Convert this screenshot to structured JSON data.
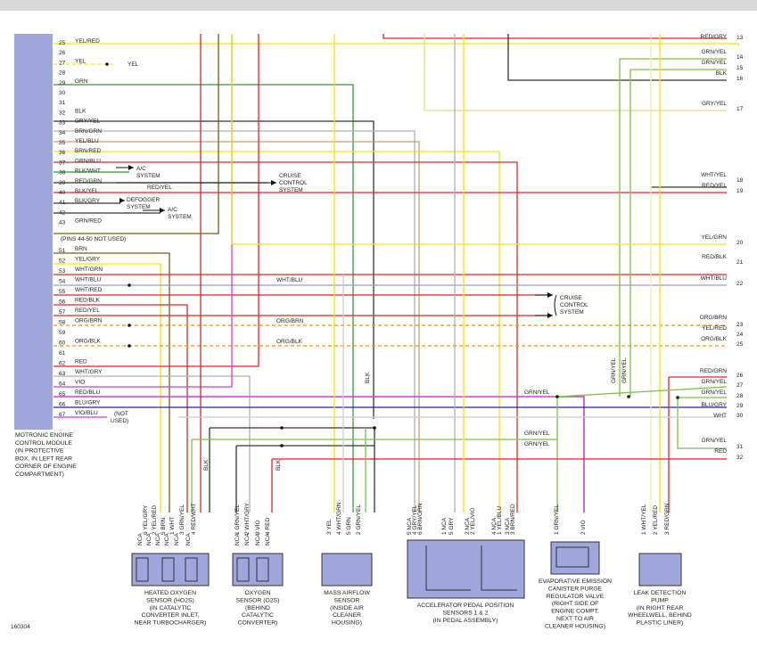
{
  "module": {
    "caption": [
      "MOTRONIC ENGINE",
      "CONTROL MODULE",
      "(IN PROTECTIVE",
      "BOX, IN LEFT REAR",
      "CORNER OF ENGINE",
      "COMPARTMENT)"
    ],
    "pins": [
      {
        "n": "25",
        "c": "YEL/RED"
      },
      {
        "n": "26",
        "c": ""
      },
      {
        "n": "27",
        "c": "YEL"
      },
      {
        "n": "28",
        "c": ""
      },
      {
        "n": "29",
        "c": "GRN"
      },
      {
        "n": "30",
        "c": ""
      },
      {
        "n": "31",
        "c": ""
      },
      {
        "n": "32",
        "c": "BLK"
      },
      {
        "n": "33",
        "c": "GRY/YEL"
      },
      {
        "n": "34",
        "c": "BRN/GRN"
      },
      {
        "n": "35",
        "c": "YEL/BLU"
      },
      {
        "n": "36",
        "c": "BRN/RED"
      },
      {
        "n": "37",
        "c": "GRN/BLU"
      },
      {
        "n": "38",
        "c": "BLK/WHT"
      },
      {
        "n": "39",
        "c": "RED/GRN"
      },
      {
        "n": "40",
        "c": "BLK/YEL"
      },
      {
        "n": "41",
        "c": "BLK/GRY"
      },
      {
        "n": "42",
        "c": ""
      },
      {
        "n": "43",
        "c": "GRN/RED"
      }
    ],
    "pins_note": "(PINS 44-50 NOT USED)",
    "pins_b": [
      {
        "n": "51",
        "c": "BRN"
      },
      {
        "n": "52",
        "c": "YEL/GRY"
      },
      {
        "n": "53",
        "c": "WHT/GRN"
      },
      {
        "n": "54",
        "c": "WHT/BLU"
      },
      {
        "n": "55",
        "c": "WHT/RED"
      },
      {
        "n": "56",
        "c": "RED/BLK"
      },
      {
        "n": "57",
        "c": "RED/YEL"
      },
      {
        "n": "58",
        "c": "ORG/BRN"
      },
      {
        "n": "59",
        "c": ""
      },
      {
        "n": "60",
        "c": "ORG/BLK"
      },
      {
        "n": "61",
        "c": ""
      },
      {
        "n": "62",
        "c": "RED"
      },
      {
        "n": "63",
        "c": "WHT/GRY"
      },
      {
        "n": "64",
        "c": "VIO"
      },
      {
        "n": "65",
        "c": "RED/BLU"
      },
      {
        "n": "66",
        "c": "BLU/GRY"
      },
      {
        "n": "67",
        "c": "VIO/BLU"
      }
    ],
    "not_used": [
      "(NOT",
      "USED)"
    ]
  },
  "inline_labels": {
    "yel": "YEL",
    "red_yel": "RED/YEL",
    "wht_blu": "WHT/BLU",
    "org_brn": "ORG/BRN",
    "org_blk": "ORG/BLK",
    "blk_a": "BLK",
    "blk_b": "BLK",
    "blk_c": "BLK",
    "grn_yel_a": "GRN/YEL",
    "grn_yel_b": "GRN/YEL",
    "grn_yel_c": "GRN/YEL",
    "grn_yel_v1": "GRN/YEL",
    "grn_yel_v2": "GRN/YEL"
  },
  "systems": {
    "ac1": [
      "A/C",
      "SYSTEM"
    ],
    "cruise1": [
      "CRUISE",
      "CONTROL",
      "SYSTEM"
    ],
    "defog": [
      "DEFOGGER",
      "SYSTEM"
    ],
    "ac2": [
      "A/C",
      "SYSTEM"
    ],
    "cruise2": [
      "CRUISE",
      "CONTROL",
      "SYSTEM"
    ]
  },
  "right_connector": [
    {
      "n": "13",
      "c": "RED/GRY"
    },
    {
      "n": "14",
      "c": "GRN/YEL"
    },
    {
      "n": "15",
      "c": "GRN/YEL"
    },
    {
      "n": "16",
      "c": "BLK"
    },
    {
      "n": "17",
      "c": "GRY/YEL"
    },
    {
      "n": "18",
      "c": "WHT/YEL"
    },
    {
      "n": "19",
      "c": "RED/YEL"
    },
    {
      "n": "20",
      "c": "YEL/GRN"
    },
    {
      "n": "21",
      "c": "RED/BLK"
    },
    {
      "n": "22",
      "c": "WHT/BLU"
    },
    {
      "n": "23",
      "c": "ORG/BRN"
    },
    {
      "n": "24",
      "c": "YEL/RED"
    },
    {
      "n": "25",
      "c": "ORG/BLK"
    },
    {
      "n": "26",
      "c": "RED/GRN"
    },
    {
      "n": "27",
      "c": "GRN/YEL"
    },
    {
      "n": "28",
      "c": "GRN/YEL"
    },
    {
      "n": "29",
      "c": "BLU/GRY"
    },
    {
      "n": "30",
      "c": "WHT"
    },
    {
      "n": "31",
      "c": "GRN/YEL"
    },
    {
      "n": "32",
      "c": "RED"
    }
  ],
  "components": {
    "ho2s": {
      "caption": [
        "HEATED OXYGEN",
        "SENSOR (HO2S)",
        "(IN CATALYTIC",
        "CONVERTER INLET,",
        "NEAR TURBOCHARGER)"
      ],
      "wires": [
        {
          "p": "6",
          "c": "YEL/GRY"
        },
        {
          "p": "2",
          "c": "YEL/RED"
        },
        {
          "p": "5",
          "c": "BRN"
        },
        {
          "p": "1",
          "c": "WHT"
        },
        {
          "p": "3",
          "c": "GRN/YEL"
        },
        {
          "p": "4",
          "c": "RED/WHT"
        }
      ],
      "nca": "NCA",
      "blk": "BLK"
    },
    "o2s": {
      "caption": [
        "OXYGEN",
        "SENSOR (O2S)",
        "(BEHIND",
        "CATALYTIC",
        "CONVERTER)"
      ],
      "wires": [
        {
          "p": "1",
          "c": "GRN/YEL"
        },
        {
          "p": "2",
          "c": "WHT/GRY"
        },
        {
          "p": "3",
          "c": "VIO"
        },
        {
          "p": "4",
          "c": "RED"
        }
      ],
      "nca": "NCA",
      "blk": "BLK"
    },
    "maf": {
      "caption": [
        "MASS AIRFLOW",
        "SENSOR",
        "(INSIDE AIR",
        "CLEANER",
        "HOUSING)"
      ],
      "wires": [
        {
          "p": "3",
          "c": "YEL"
        },
        {
          "p": "4",
          "c": "WHT/GRN"
        },
        {
          "p": "5",
          "c": "GRN"
        },
        {
          "p": "2",
          "c": "GRN/YEL"
        }
      ]
    },
    "app": {
      "caption": [
        "ACCELERATOR PEDAL POSITION",
        "SENSORS 1 & 2",
        "(IN PEDAL ASSEMBLY)"
      ],
      "wires": [
        {
          "p": "5",
          "c": "NCA"
        },
        {
          "p": "4",
          "c": "GRY/YEL"
        },
        {
          "p": "6",
          "c": "BRN/GRN"
        },
        {
          "p": "1",
          "c": "NCA"
        },
        {
          "p": "5",
          "c": "GRY"
        },
        {
          "p": "2",
          "c": "NCA"
        },
        {
          "p": "2",
          "c": "YEL/VIO"
        },
        {
          "p": "4",
          "c": "NCA"
        },
        {
          "p": "1",
          "c": "YEL/BLU"
        },
        {
          "p": "3",
          "c": "NCA"
        },
        {
          "p": "3",
          "c": "BRN/RED"
        }
      ]
    },
    "evap": {
      "caption": [
        "EVAPORATIVE EMISSION",
        "CANISTER PURGE",
        "REGULATOR VALVE",
        "(RIGHT SIDE OF",
        "ENGINE COMPT,",
        "NEXT TO AIR",
        "CLEANER HOUSING)"
      ],
      "wires": [
        {
          "p": "1",
          "c": "GRN/YEL"
        },
        {
          "p": "2",
          "c": "VIO"
        }
      ]
    },
    "ldp": {
      "caption": [
        "LEAK DETECTION",
        "PUMP",
        "(IN RIGHT REAR",
        "WHEELWELL, BEHIND",
        "PLASTIC LINER)"
      ],
      "wires": [
        {
          "p": "1",
          "c": "WHT/YEL"
        },
        {
          "p": "2",
          "c": "YEL/RED"
        },
        {
          "p": "3",
          "c": "RED/GRN"
        }
      ]
    }
  },
  "doc_id": "160304",
  "colors": {
    "yel": "#f2e600",
    "grn": "#2e9e2e",
    "grn_yel": "#7cc142",
    "red": "#e52222",
    "blk": "#333333",
    "brn": "#7a5c10",
    "gry": "#b0b0b0",
    "vio": "#d23bd2",
    "blu": "#2222aa",
    "wht": "#cccccc",
    "org": "#f29100",
    "module": "#9ea6dc"
  }
}
